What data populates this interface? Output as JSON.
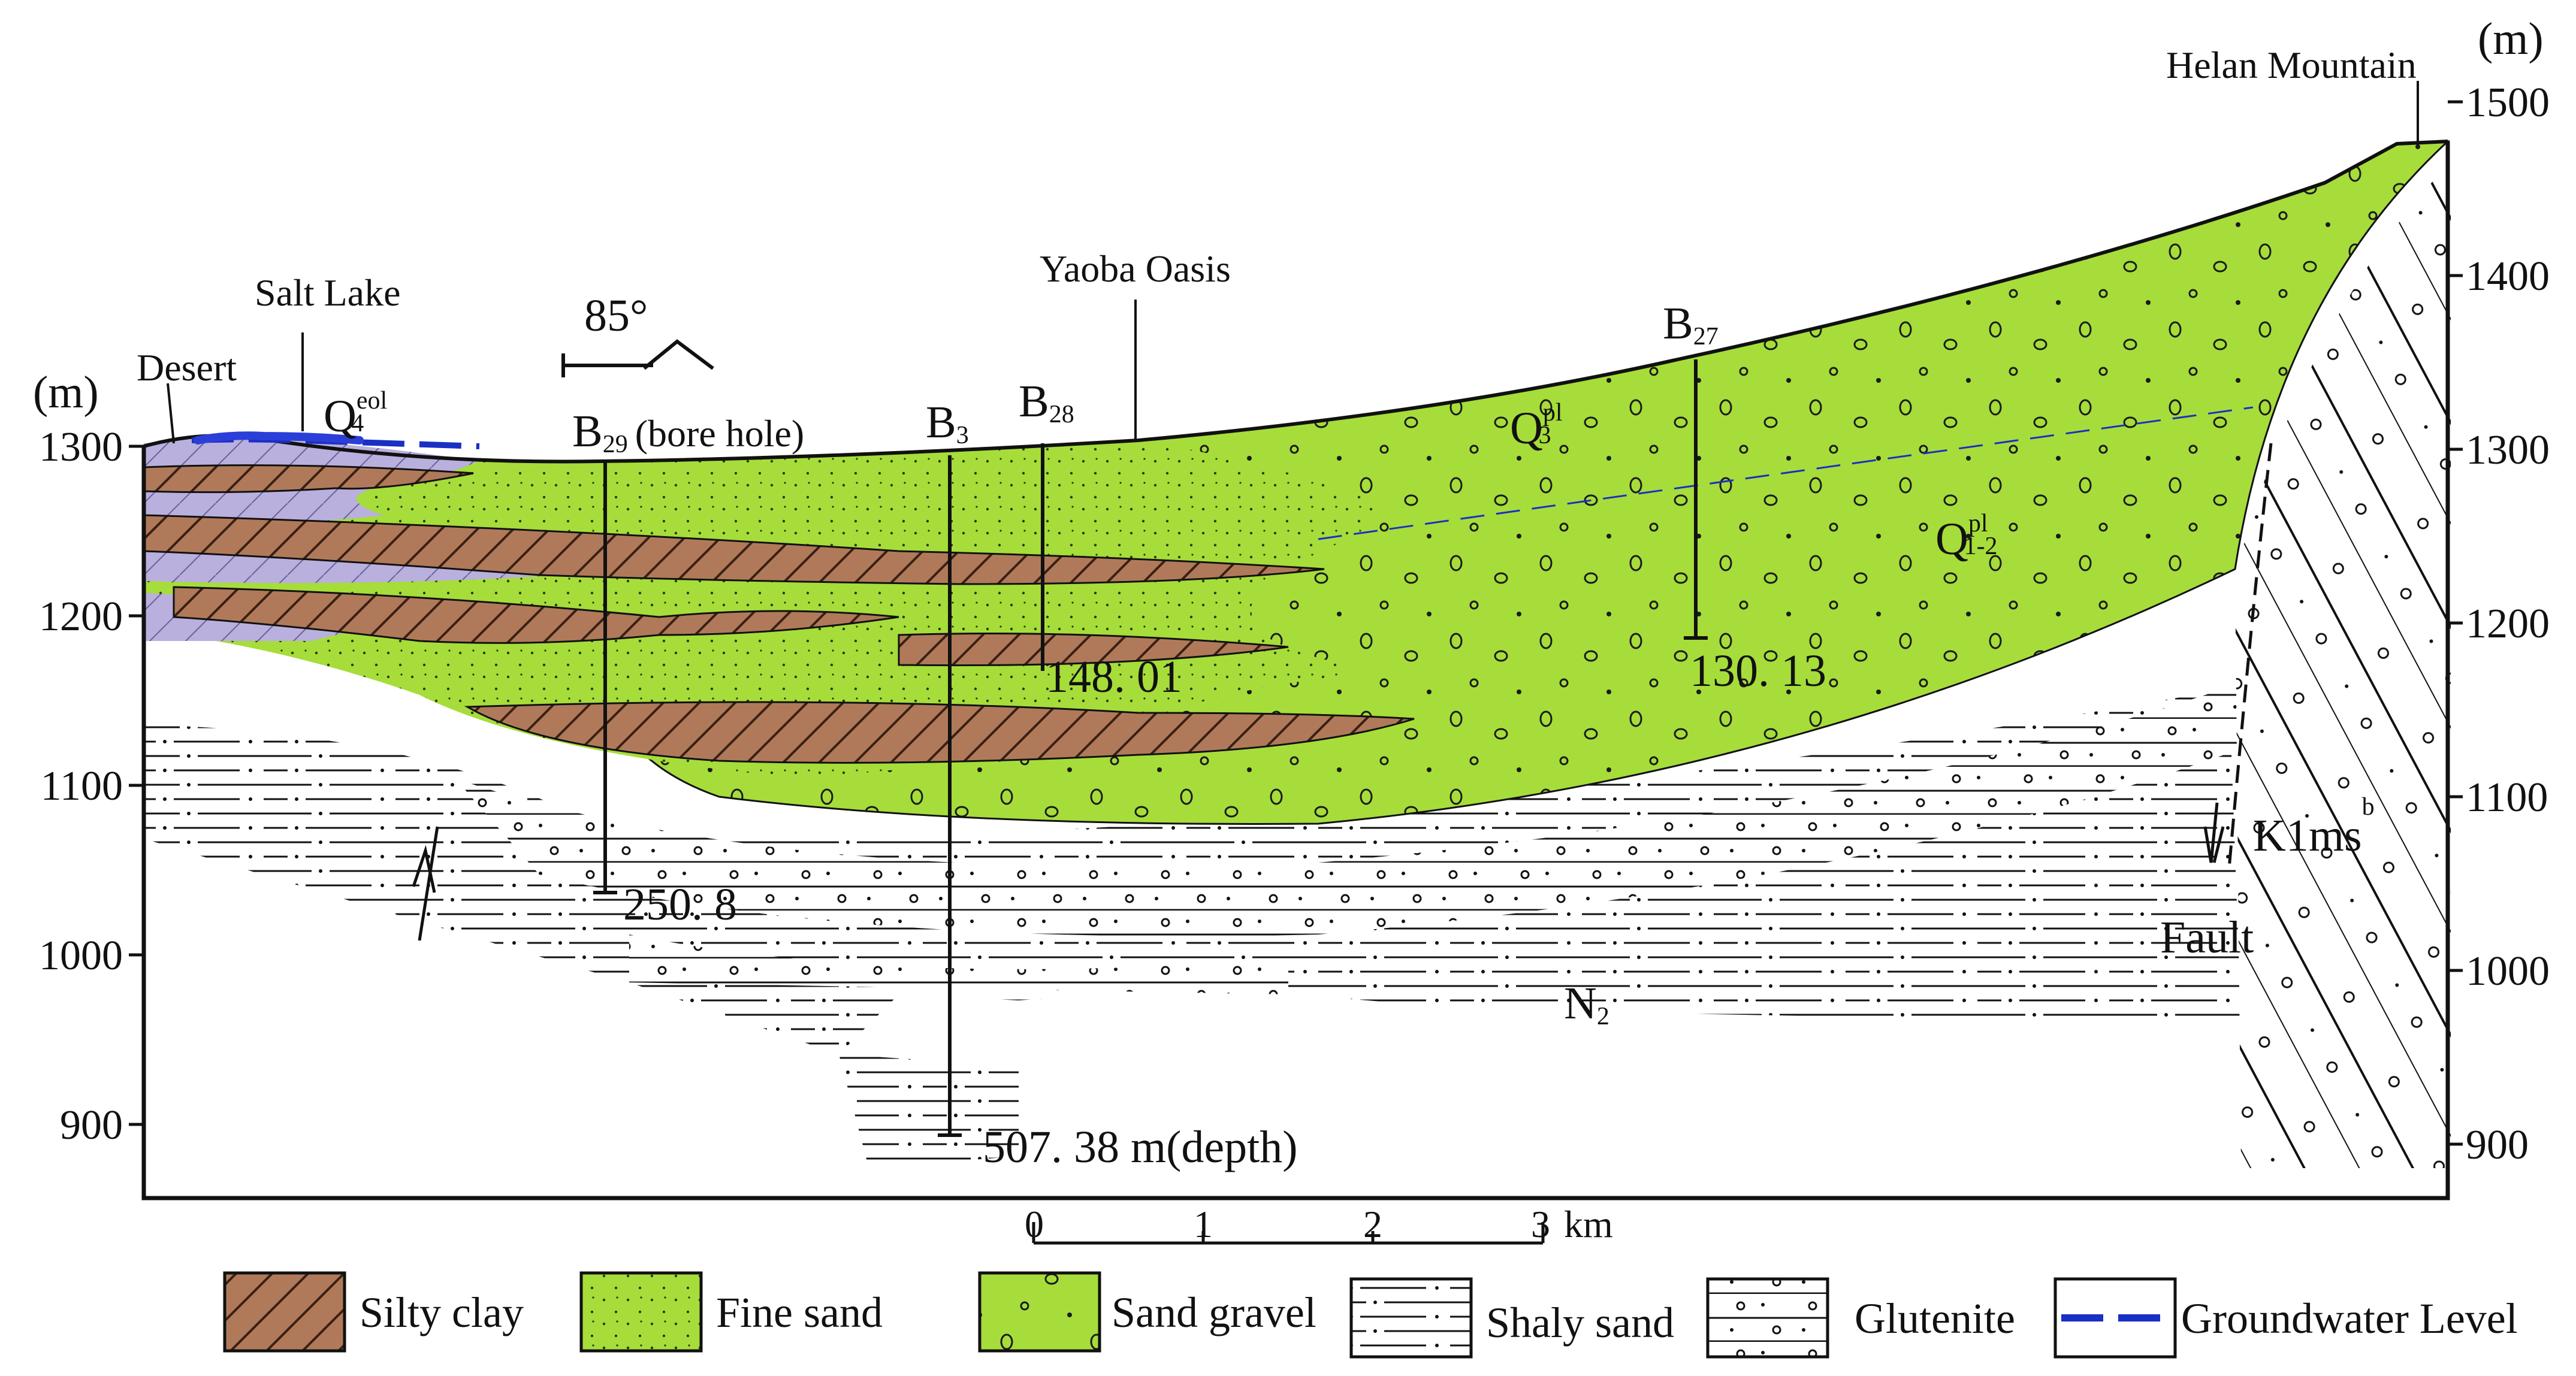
{
  "axes": {
    "unit_left": "(m)",
    "unit_right": "(m)",
    "left_ticks": [
      "1300",
      "1200",
      "1100",
      "1000",
      "900"
    ],
    "right_ticks": [
      "1500",
      "1400",
      "1300",
      "1200",
      "1100",
      "1000",
      "900"
    ]
  },
  "places": {
    "desert": "Desert",
    "salt_lake": "Salt Lake",
    "yaoba_oasis": "Yaoba Oasis",
    "helan_mountain": "Helan Mountain",
    "fault": "Fault",
    "dip": "85°"
  },
  "boreholes": [
    {
      "name": "B",
      "sub": "29",
      "note": "(bore hole)",
      "depth": "250. 8"
    },
    {
      "name": "B",
      "sub": "3",
      "note": "",
      "depth": "507. 38 m(depth)"
    },
    {
      "name": "B",
      "sub": "28",
      "note": "",
      "depth": "148. 01"
    },
    {
      "name": "B",
      "sub": "27",
      "note": "",
      "depth": "130. 13"
    }
  ],
  "units": {
    "q4": {
      "base": "Q",
      "sub": "4",
      "sup": "eol"
    },
    "q3": {
      "base": "Q",
      "sub": "3",
      "sup": "pl"
    },
    "q12": {
      "base": "Q",
      "sub": "1-2",
      "sup": "pl"
    },
    "n2": {
      "base": "N",
      "sub": "2"
    },
    "k1": {
      "base": "K1ms",
      "sup": "b"
    }
  },
  "scale_bar": {
    "ticks": [
      "0",
      "1",
      "2",
      "3"
    ],
    "unit": "km"
  },
  "legend": [
    {
      "key": "silty-clay",
      "label": "Silty clay"
    },
    {
      "key": "fine-sand",
      "label": "Fine sand"
    },
    {
      "key": "sand-gravel",
      "label": "Sand gravel"
    },
    {
      "key": "shaly-sand",
      "label": "Shaly sand"
    },
    {
      "key": "glutenite",
      "label": "Glutenite"
    },
    {
      "key": "groundwater-level",
      "label": "Groundwater Level"
    }
  ],
  "colors": {
    "silty_clay": "#b07a5a",
    "fine_sand": "#a6dd3a",
    "sand_gravel": "#a6dd3a",
    "salt_clay": "#b9b0de",
    "groundwater": "#1a2fc4"
  }
}
